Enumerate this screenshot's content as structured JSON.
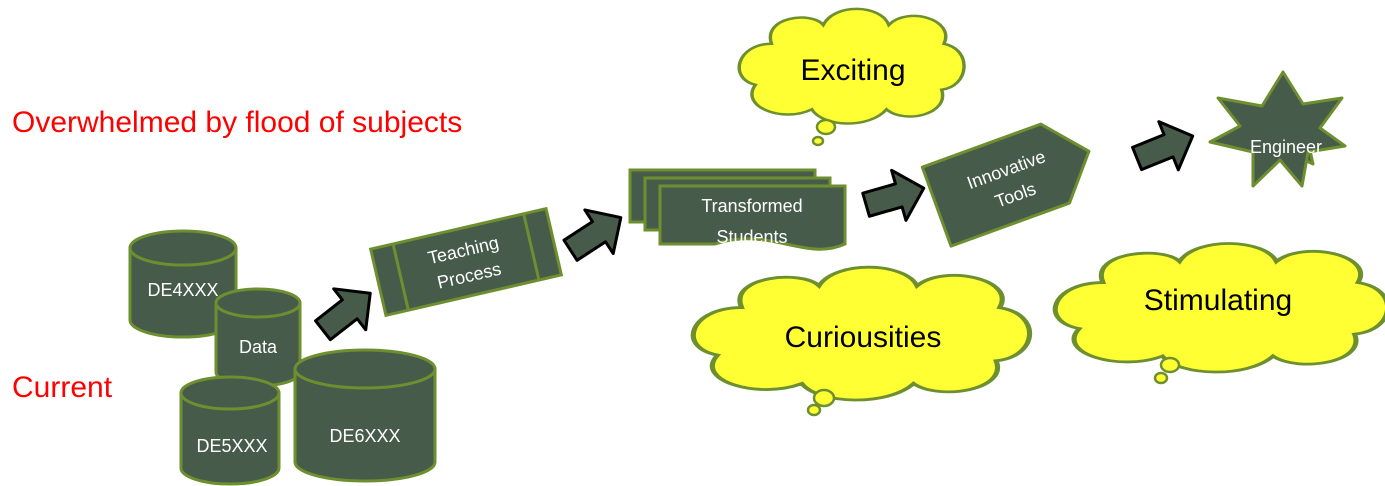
{
  "labels": {
    "overwhelmed": "Overwhelmed by flood of subjects",
    "current": "Current"
  },
  "cylinders": {
    "de4": "DE4XXX",
    "data": "Data",
    "de5": "DE5XXX",
    "de6": "DE6XXX"
  },
  "process": {
    "teaching_line1": "Teaching",
    "teaching_line2": "Process",
    "transformed_line1": "Transformed",
    "transformed_line2": "Students",
    "innovative_line1": "Innovative",
    "innovative_line2": "Tools",
    "engineer": "Engineer"
  },
  "clouds": {
    "exciting": "Exciting",
    "curiousities": "Curiousities",
    "stimulating": "Stimulating"
  },
  "colors": {
    "shape_fill": "#475b4b",
    "shape_border": "#6d8f2f",
    "cloud_fill": "#ffff33",
    "cloud_border": "#6d8f2f",
    "accent_text": "#ff0000"
  }
}
